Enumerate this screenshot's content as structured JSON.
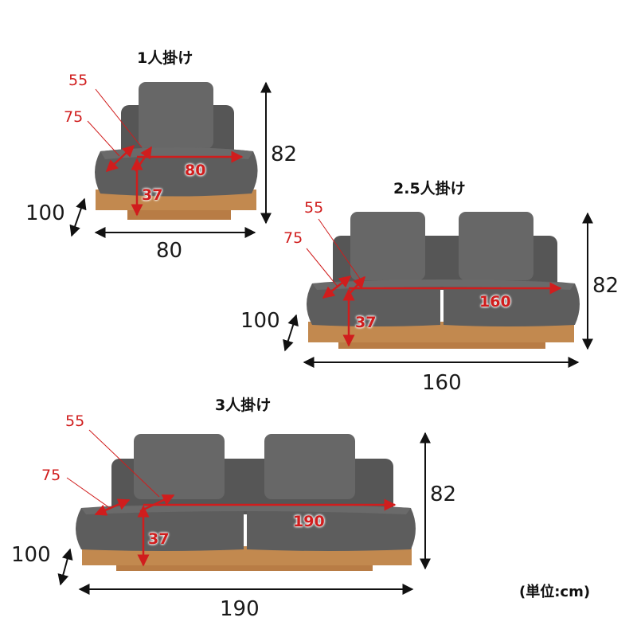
{
  "units_label": "(単位:cm)",
  "colors": {
    "fabric": "#5d5d5d",
    "fabric_dark": "#444444",
    "wood": "#c2894f",
    "wood_dark": "#9a6634",
    "accent": "#d01d1d"
  },
  "sofas": [
    {
      "name": "1人掛け",
      "seat_width": "80",
      "seat_height": "37",
      "height": "82",
      "depth": "100",
      "width": "80",
      "arm_inner": "55",
      "arm_outer": "75"
    },
    {
      "name": "2.5人掛け",
      "seat_width": "160",
      "seat_height": "37",
      "height": "82",
      "depth": "100",
      "width": "160",
      "arm_inner": "55",
      "arm_outer": "75"
    },
    {
      "name": "3人掛け",
      "seat_width": "190",
      "seat_height": "37",
      "height": "82",
      "depth": "100",
      "width": "190",
      "arm_inner": "55",
      "arm_outer": "75"
    }
  ]
}
